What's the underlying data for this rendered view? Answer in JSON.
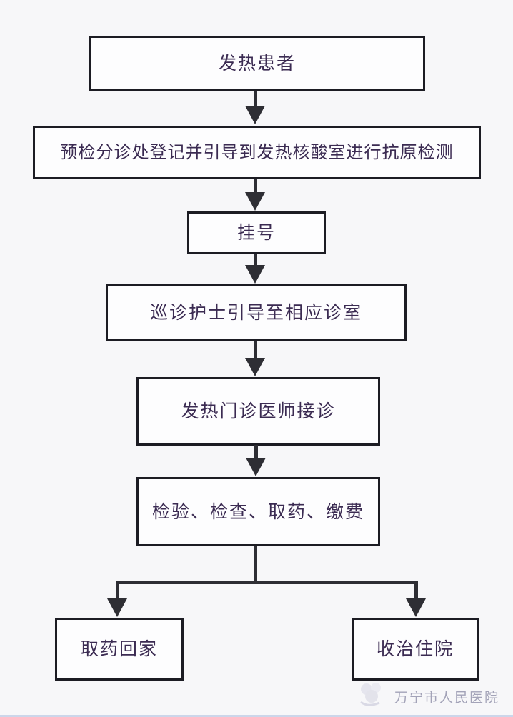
{
  "flowchart": {
    "type": "flowchart",
    "nodes": [
      {
        "id": "fever-patient",
        "label": "发热患者"
      },
      {
        "id": "triage-antigen-test",
        "label": "预检分诊处登记并引导到发热核酸室进行抗原检测"
      },
      {
        "id": "register",
        "label": "挂号"
      },
      {
        "id": "nurse-guide-room",
        "label": "巡诊护士引导至相应诊室"
      },
      {
        "id": "fever-clinic-doctor",
        "label": "发热门诊医师接诊"
      },
      {
        "id": "tests-medicine-payment",
        "label": "检验、检查、取药、缴费"
      },
      {
        "id": "medicine-home",
        "label": "取药回家"
      },
      {
        "id": "admit-hospital",
        "label": "收治住院"
      }
    ],
    "edges": [
      {
        "from": "fever-patient",
        "to": "triage-antigen-test"
      },
      {
        "from": "triage-antigen-test",
        "to": "register"
      },
      {
        "from": "register",
        "to": "nurse-guide-room"
      },
      {
        "from": "nurse-guide-room",
        "to": "fever-clinic-doctor"
      },
      {
        "from": "fever-clinic-doctor",
        "to": "tests-medicine-payment"
      },
      {
        "from": "tests-medicine-payment",
        "to": "medicine-home"
      },
      {
        "from": "tests-medicine-payment",
        "to": "admit-hospital"
      }
    ],
    "colors": {
      "background": "#f7f7f9",
      "node_fill": "#fdfdfe",
      "node_border": "#1c1c23",
      "node_text": "#3b2b52",
      "arrow": "#2e2e34",
      "footer_text": "#a3a3b8",
      "bottom_strip": "#ccd6ea"
    }
  },
  "footer": {
    "hospital_name": "万宁市人民医院",
    "logo": "hospital-flower-logo"
  }
}
